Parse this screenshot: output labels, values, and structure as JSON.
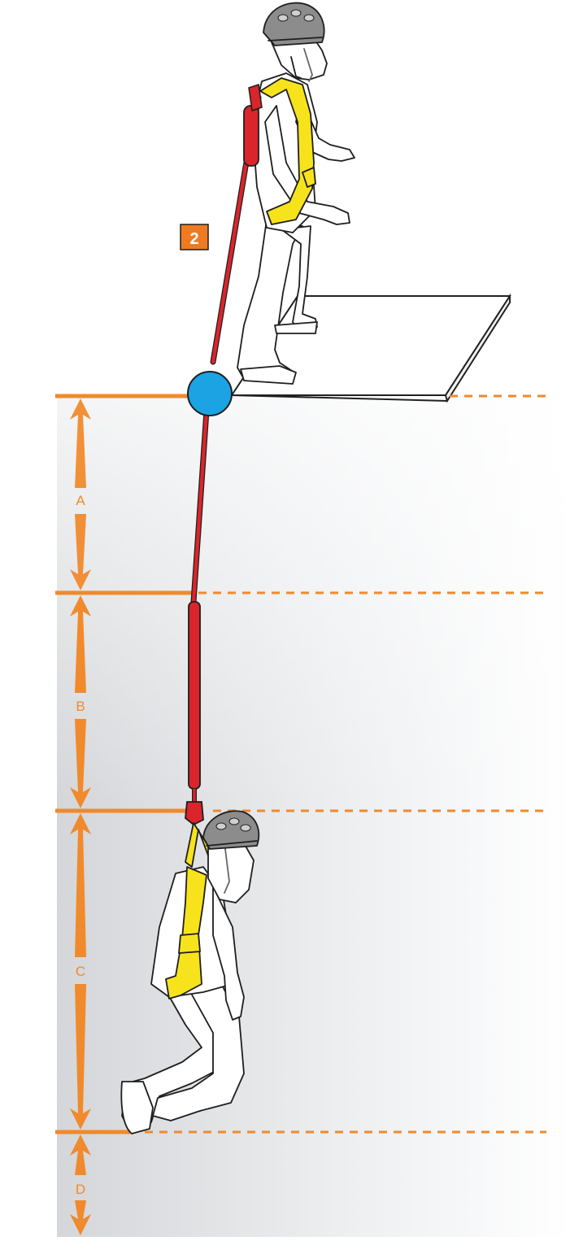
{
  "diagram": {
    "step_badge": "2",
    "zones": [
      {
        "label": "A"
      },
      {
        "label": "B"
      },
      {
        "label": "C"
      },
      {
        "label": "D"
      }
    ]
  },
  "colors": {
    "accent_orange": "#F08A2C",
    "badge_orange": "#EE7B22",
    "lanyard_red": "#D9252B",
    "anchor_blue": "#1BA3E3",
    "harness_yellow": "#F7E31C",
    "helmet_gray": "#8C8C8C"
  }
}
